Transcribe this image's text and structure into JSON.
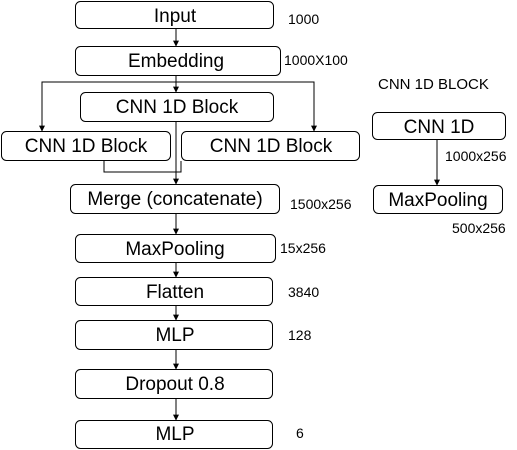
{
  "nodes": {
    "input": "Input",
    "embedding": "Embedding",
    "cnn_block_top": "CNN 1D Block",
    "cnn_block_left": "CNN 1D Block",
    "cnn_block_right": "CNN 1D Block",
    "merge": "Merge (concatenate)",
    "maxpooling": "MaxPooling",
    "flatten": "Flatten",
    "mlp1": "MLP",
    "dropout": "Dropout 0.8",
    "mlp2": "MLP"
  },
  "dims": {
    "input": "1000",
    "embedding": "1000X100",
    "merge": "1500x256",
    "maxpooling": "15x256",
    "flatten": "3840",
    "mlp1": "128",
    "mlp2": "6"
  },
  "block_legend": {
    "title": "CNN 1D BLOCK",
    "cnn": "CNN 1D",
    "cnn_dim": "1000x256",
    "pool": "MaxPooling",
    "pool_dim": "500x256"
  }
}
